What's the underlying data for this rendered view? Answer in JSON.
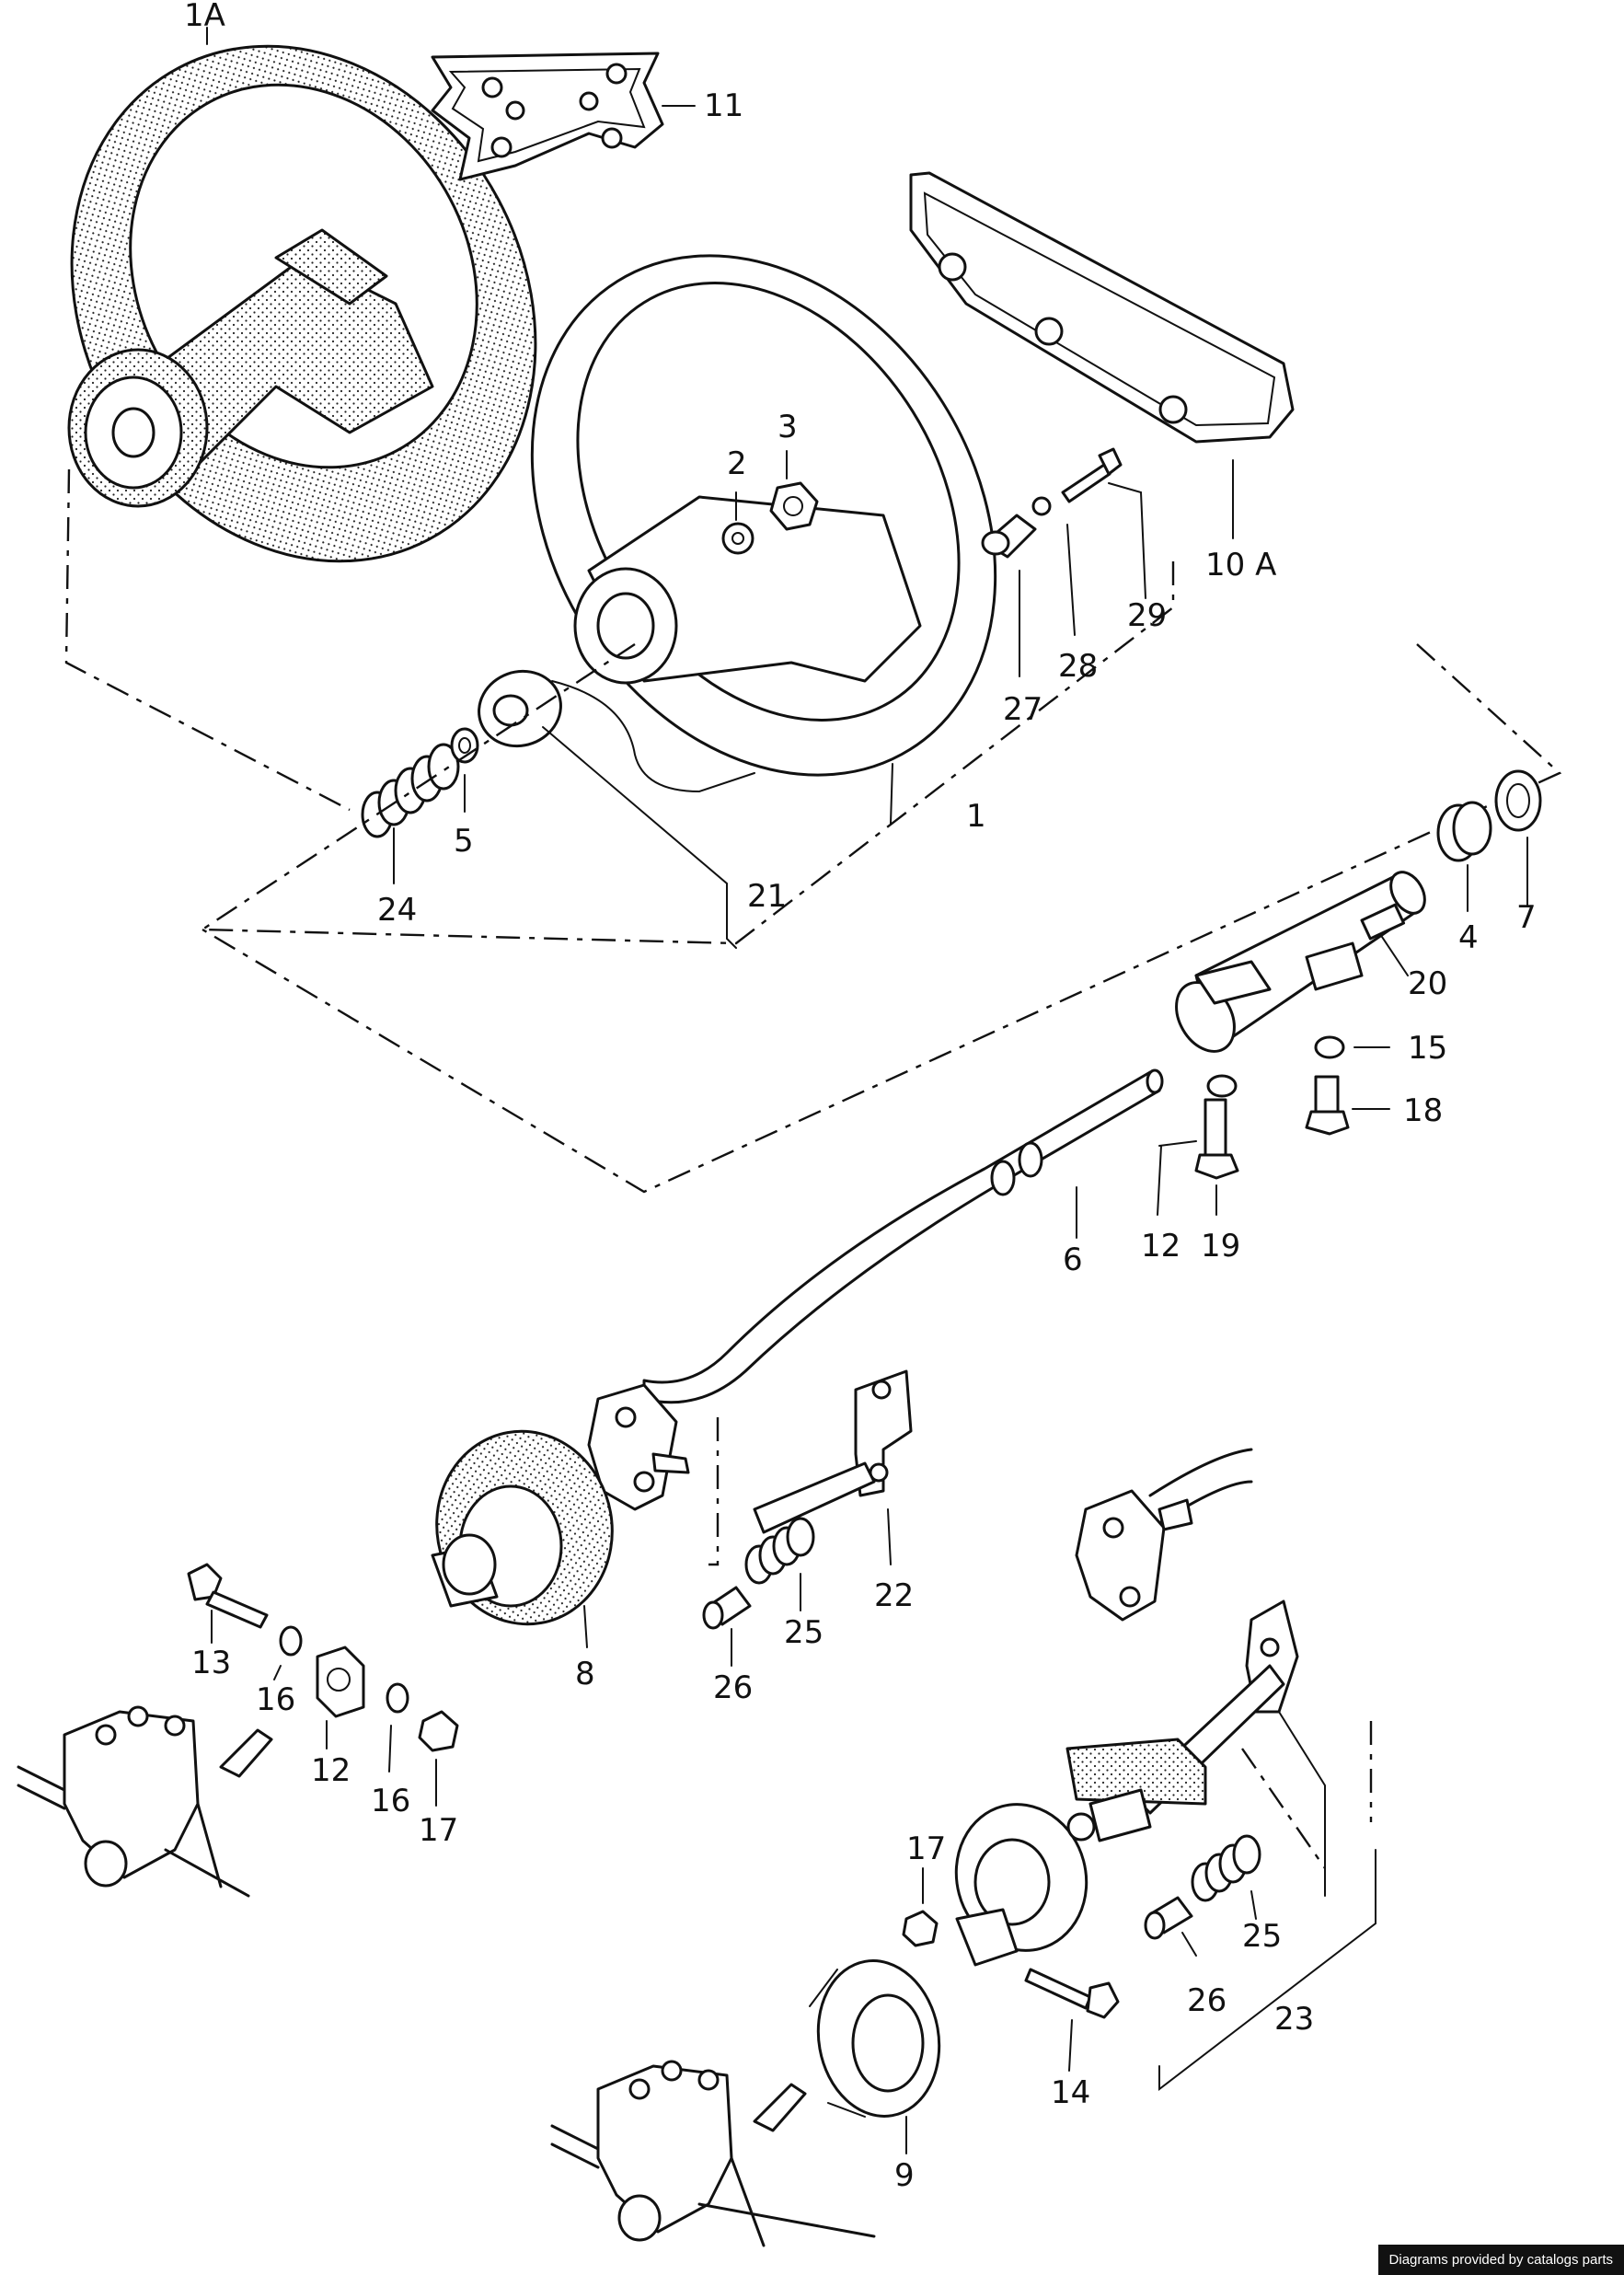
{
  "callouts": {
    "c1A": "1A",
    "c11": "11",
    "c10A": "10 A",
    "c2": "2",
    "c3": "3",
    "c27": "27",
    "c28": "28",
    "c29": "29",
    "c1": "1",
    "c5": "5",
    "c24": "24",
    "c21": "21",
    "c4": "4",
    "c7": "7",
    "c20": "20",
    "c15": "15",
    "c18": "18",
    "c12a": "12",
    "c19": "19",
    "c6": "6",
    "c22": "22",
    "c25a": "25",
    "c26a": "26",
    "c8": "8",
    "c13": "13",
    "c16a": "16",
    "c12b": "12",
    "c16b": "16",
    "c17a": "17",
    "c17b": "17",
    "c25b": "25",
    "c26b": "26",
    "c23": "23",
    "c14": "14",
    "c9": "9"
  },
  "footer": {
    "credit": "Diagrams provided by catalogs parts"
  }
}
